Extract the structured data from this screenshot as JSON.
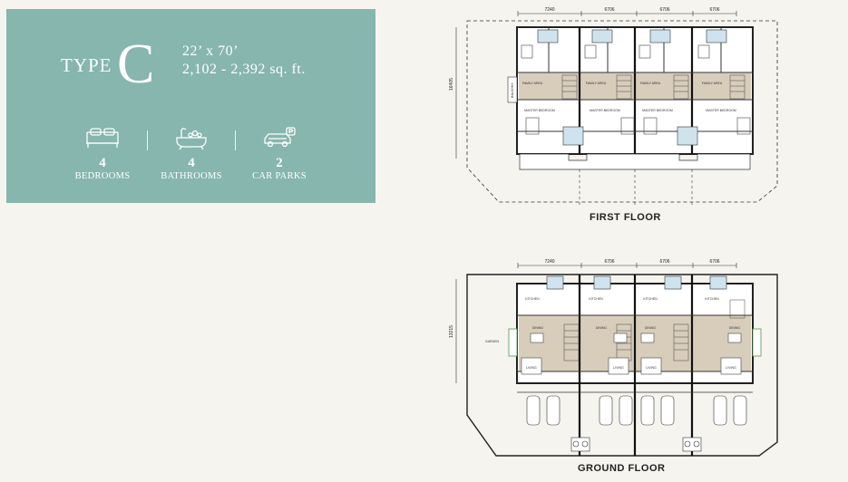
{
  "card": {
    "type_word": "TYPE",
    "type_letter": "C",
    "dimensions": "22’ x 70’",
    "area": "2,102 - 2,392 sq. ft.",
    "features": [
      {
        "icon": "bed-icon",
        "count": "4",
        "label": "BEDROOMS"
      },
      {
        "icon": "bathtub-icon",
        "count": "4",
        "label": "BATHROOMS"
      },
      {
        "icon": "car-icon",
        "count": "2",
        "label": "CAR PARKS"
      }
    ],
    "accent_color": "#86b6ad"
  },
  "first_floor": {
    "caption": "FIRST FLOOR",
    "top_dims": [
      "7240",
      "6706",
      "6706",
      "6706"
    ],
    "side_dim": "16405",
    "room_labels": [
      "FAMILY AREA",
      "MASTER BEDROOM",
      "FAMILY AREA",
      "MASTER BEDROOM",
      "FAMILY AREA",
      "MASTER BEDROOM",
      "FAMILY AREA",
      "MASTER BEDROOM"
    ],
    "balcony": "BALCONY"
  },
  "ground_floor": {
    "caption": "GROUND FLOOR",
    "top_dims": [
      "7240",
      "6706",
      "6706",
      "6706"
    ],
    "side_dim": "13215",
    "room_labels": [
      "KITCHEN",
      "DINING",
      "LIVING",
      "KITCHEN",
      "DINING",
      "LIVING",
      "KITCHEN",
      "DINING",
      "LIVING",
      "KITCHEN",
      "DINING",
      "LIVING"
    ],
    "garden": "GARDEN"
  }
}
